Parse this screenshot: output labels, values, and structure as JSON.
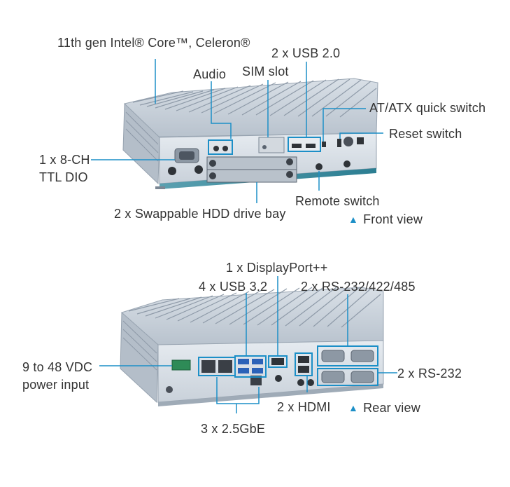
{
  "front": {
    "cpu_label": "11th gen Intel® Core™, Celeron®",
    "audio_label": "Audio",
    "sim_label": "SIM slot",
    "usb_label": "2 x USB 2.0",
    "atx_label": "AT/ATX quick switch",
    "reset_label": "Reset switch",
    "dio_label_line1": "1 x 8-CH",
    "dio_label_line2": "TTL DIO",
    "remote_label": "Remote switch",
    "hdd_label": "2 x Swappable HDD drive bay",
    "view_label": "Front view"
  },
  "rear": {
    "dp_label": "1 x DisplayPort++",
    "usb_label": "4 x USB 3.2",
    "serial_label": "2 x RS-232/422/485",
    "power_label_line1": "9 to 48 VDC",
    "power_label_line2": "power input",
    "rs232_label": "2 x RS-232",
    "hdmi_label": "2 x HDMI",
    "view_label": "Rear view",
    "lan_label": "3 x 2.5GbE"
  },
  "colors": {
    "callout": "#1c8fc7",
    "chassis": "#c9d2dc",
    "text": "#333333"
  }
}
